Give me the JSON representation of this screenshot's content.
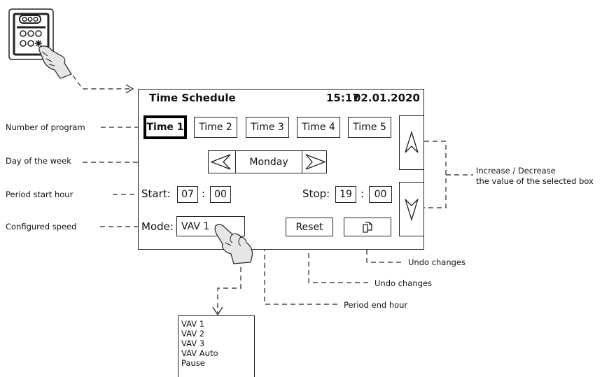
{
  "screen": {
    "title": "Time Schedule",
    "time": "15:17",
    "date": "02.01.2020",
    "programs": [
      "Time 1",
      "Time 2",
      "Time 3",
      "Time 4",
      "Time 5"
    ],
    "selected_program": "Time 1",
    "day": "Monday",
    "start_label": "Start:",
    "start_hour": "07",
    "start_minute": "00",
    "stop_label": "Stop:",
    "stop_hour": "19",
    "stop_minute": "00",
    "colon": ":",
    "mode_label": "Mode:",
    "mode_value": "VAV 1",
    "reset_label": "Reset"
  },
  "annotations": {
    "number_of_program": "Number of program",
    "day_of_week": "Day of the week",
    "period_start": "Period start hour",
    "configured_speed": "Configured speed",
    "increase_decrease_line1": "Increase / Decrease",
    "increase_decrease_line2": "the value of the selected box",
    "undo_changes_copy": "Undo changes",
    "undo_changes_reset": "Undo changes",
    "period_end": "Period end hour"
  },
  "mode_options": [
    "VAV 1",
    "VAV 2",
    "VAV 3",
    "VAV Auto",
    "Pause"
  ],
  "icons": {
    "device": "thermostat-keypad-icon",
    "hand": "pointing-hand-icon",
    "copy": "copy-icon",
    "left": "triangle-left-icon",
    "right": "triangle-right-icon",
    "up": "triangle-up-icon",
    "down": "triangle-down-icon"
  }
}
